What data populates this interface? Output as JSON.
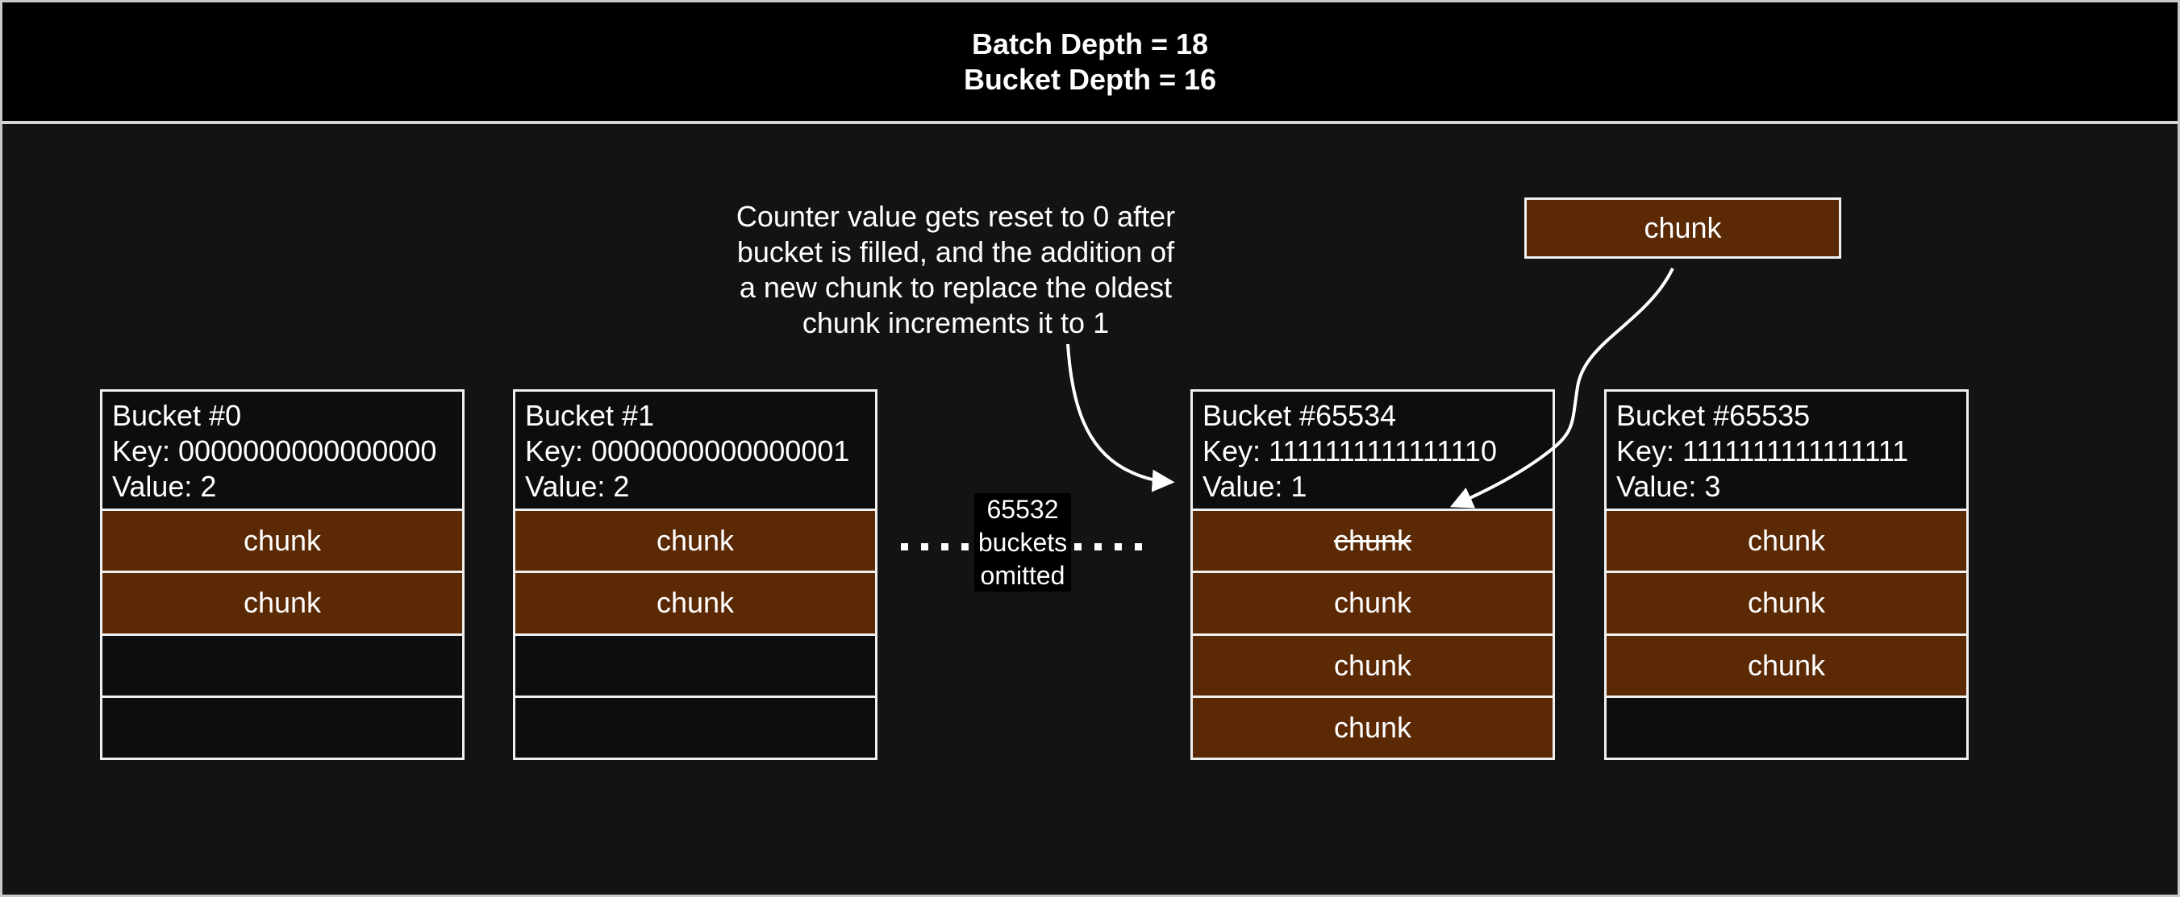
{
  "header": {
    "line1": "Batch Depth = 18",
    "line2": "Bucket Depth = 16"
  },
  "annotation": {
    "lines": [
      "Counter value gets reset to 0 after",
      "bucket is filled, and the addition of",
      "a new chunk to replace the oldest",
      "chunk increments it to 1"
    ]
  },
  "incoming_chunk": {
    "label": "chunk"
  },
  "omitted": {
    "lines": [
      "65532",
      "buckets",
      "omitted"
    ],
    "dots_per_side": 4
  },
  "buckets": [
    {
      "title": "Bucket #0",
      "key_label": "Key: 0000000000000000",
      "value_label": "Value: 2",
      "slots": [
        {
          "label": "chunk",
          "filled": true,
          "struck": false
        },
        {
          "label": "chunk",
          "filled": true,
          "struck": false
        },
        {
          "label": "",
          "filled": false,
          "struck": false
        },
        {
          "label": "",
          "filled": false,
          "struck": false
        }
      ]
    },
    {
      "title": "Bucket #1",
      "key_label": "Key: 0000000000000001",
      "value_label": "Value: 2",
      "slots": [
        {
          "label": "chunk",
          "filled": true,
          "struck": false
        },
        {
          "label": "chunk",
          "filled": true,
          "struck": false
        },
        {
          "label": "",
          "filled": false,
          "struck": false
        },
        {
          "label": "",
          "filled": false,
          "struck": false
        }
      ]
    },
    {
      "title": "Bucket #65534",
      "key_label": "Key: 1111111111111110",
      "value_label": "Value: 1",
      "slots": [
        {
          "label": "chunk",
          "filled": true,
          "struck": true
        },
        {
          "label": "chunk",
          "filled": true,
          "struck": false
        },
        {
          "label": "chunk",
          "filled": true,
          "struck": false
        },
        {
          "label": "chunk",
          "filled": true,
          "struck": false
        }
      ]
    },
    {
      "title": "Bucket #65535",
      "key_label": "Key: 1111111111111111",
      "value_label": "Value: 3",
      "slots": [
        {
          "label": "chunk",
          "filled": true,
          "struck": false
        },
        {
          "label": "chunk",
          "filled": true,
          "struck": false
        },
        {
          "label": "chunk",
          "filled": true,
          "struck": false
        },
        {
          "label": "",
          "filled": false,
          "struck": false
        }
      ]
    }
  ],
  "colors": {
    "chunk_fill": "#5b2a05",
    "canvas_bg": "#131313",
    "banner_bg": "#000000",
    "line": "#f0f0f0",
    "text": "#ffffff"
  }
}
